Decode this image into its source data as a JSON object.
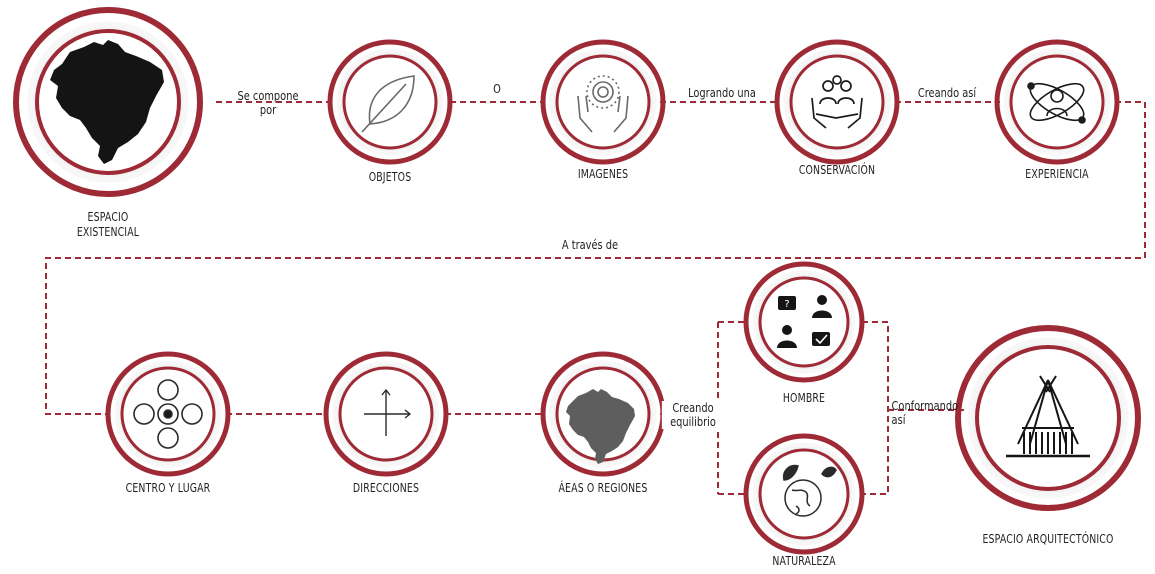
{
  "accent_color": "#9e2a35",
  "nodes": [
    {
      "id": "espacio-existencial",
      "label": "ESPACIO\nEXISTENCIAL",
      "icon": "brazil-map-icon"
    },
    {
      "id": "objetos",
      "label": "OBJETOS",
      "icon": "leaf-icon"
    },
    {
      "id": "imagenes",
      "label": "IMAGENES",
      "icon": "hands-spiral-icon"
    },
    {
      "id": "conservacion",
      "label": "CONSERVACIÓN",
      "icon": "hands-people-icon"
    },
    {
      "id": "experiencia",
      "label": "EXPERIENCIA",
      "icon": "person-atom-icon"
    },
    {
      "id": "centro-y-lugar",
      "label": "CENTRO Y LUGAR",
      "icon": "center-circles-icon"
    },
    {
      "id": "direcciones",
      "label": "DIRECCIONES",
      "icon": "axis-arrows-icon"
    },
    {
      "id": "areas-regiones",
      "label": "ÁEAS O REGIONES",
      "icon": "brazil-map-gray-icon"
    },
    {
      "id": "hombre",
      "label": "HOMBRE",
      "icon": "people-chat-icon"
    },
    {
      "id": "naturaleza",
      "label": "NATURALEZA",
      "icon": "earth-leaves-icon"
    },
    {
      "id": "espacio-arquitectonico",
      "label": "ESPACIO ARQUITECTÓNICO",
      "icon": "tipi-hut-icon"
    }
  ],
  "connectors": {
    "se_compone_por": "Se compone\npor",
    "o": "O",
    "logrando_una": "Logrando una",
    "creando_asi": "Creando así",
    "a_traves_de": "A través de",
    "creando_equilibrio": "Creando\nequilibrio",
    "conformando_asi": "Conformando\nasí"
  }
}
